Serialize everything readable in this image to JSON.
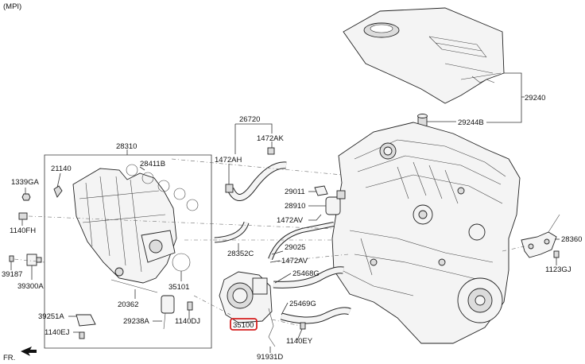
{
  "header": {
    "variant": "(MPI)"
  },
  "orientation": {
    "label": "FR."
  },
  "highlight_color": "#d62020",
  "labels": {
    "p29240": "29240",
    "p29244B": "29244B",
    "p26720": "26720",
    "p1472AK": "1472AK",
    "p1472AH": "1472AH",
    "p28310": "28310",
    "p21140": "21140",
    "p28411B": "28411B",
    "p1339GA": "1339GA",
    "p1140FH": "1140FH",
    "p29011": "29011",
    "p28910": "28910",
    "p1472AV_a": "1472AV",
    "p28352C": "28352C",
    "p29025": "29025",
    "p1472AV_b": "1472AV",
    "p28360": "28360",
    "p1123GJ": "1123GJ",
    "p39187": "39187",
    "p39300A": "39300A",
    "p25468G": "25468G",
    "p35101": "35101",
    "p20362": "20362",
    "p25469G": "25469G",
    "p39251A": "39251A",
    "p29238A": "29238A",
    "p1140DJ": "1140DJ",
    "p35100": "35100",
    "p1140EJ": "1140EJ",
    "p1140EY": "1140EY",
    "p91931D": "91931D"
  }
}
